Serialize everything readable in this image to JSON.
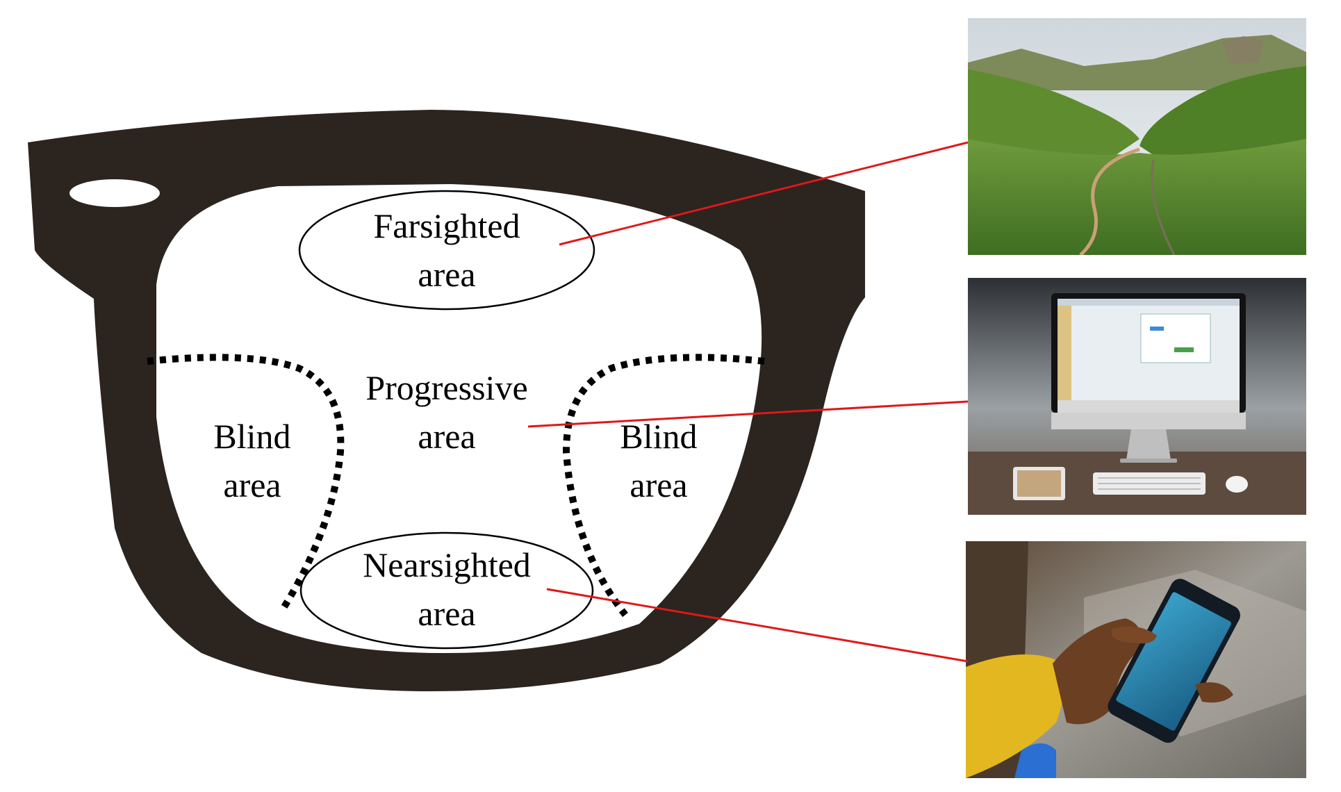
{
  "colors": {
    "frame": "#2b241f",
    "leader_line": "#e01818",
    "dotted_boundary": "#000000",
    "lens": "#ffffff"
  },
  "lens_zones": {
    "farsighted": {
      "line1": "Farsighted",
      "line2": "area"
    },
    "progressive": {
      "line1": "Progressive",
      "line2": "area"
    },
    "blind_left": {
      "line1": "Blind",
      "line2": "area"
    },
    "blind_right": {
      "line1": "Blind",
      "line2": "area"
    },
    "nearsighted": {
      "line1": "Nearsighted",
      "line2": "area"
    }
  },
  "photos": [
    {
      "icon": "mountain-valley-landscape-icon"
    },
    {
      "icon": "desktop-computer-icon"
    },
    {
      "icon": "smartphone-in-hand-icon"
    }
  ]
}
